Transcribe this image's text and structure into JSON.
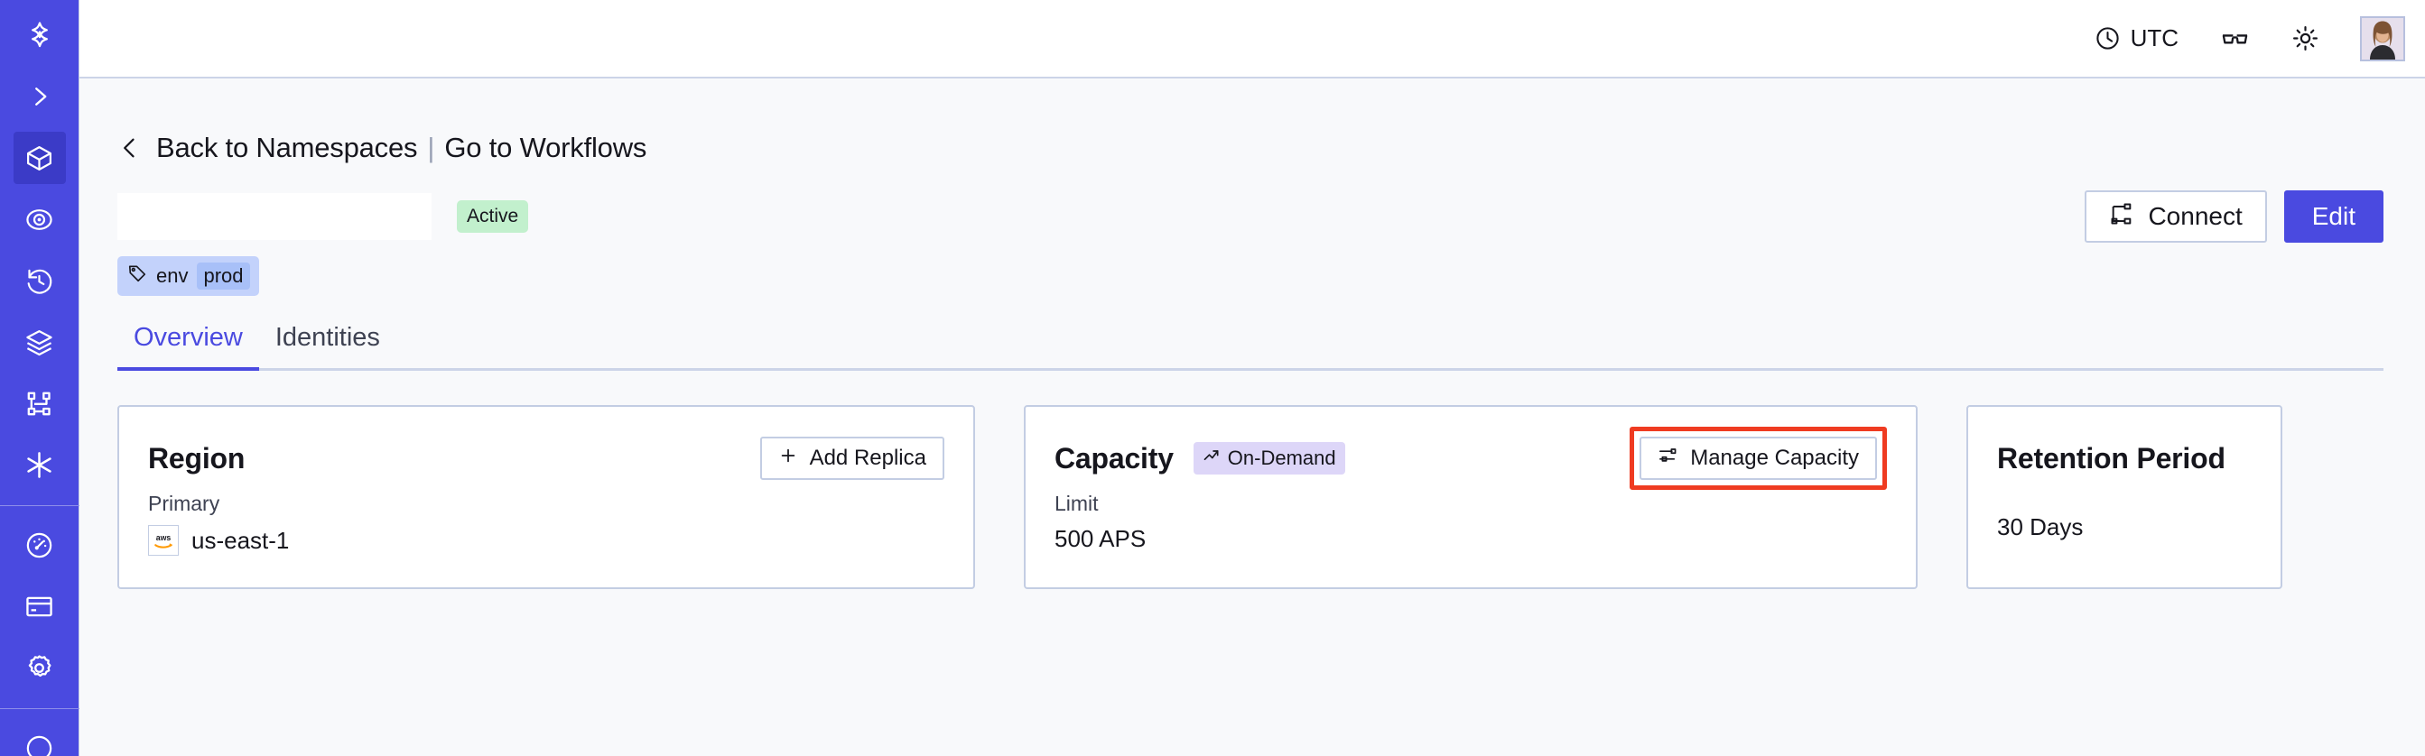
{
  "sidebar": {
    "items": [
      {
        "name": "logo-icon",
        "label": "Temporal"
      },
      {
        "name": "expand-icon",
        "label": "Expand menu"
      },
      {
        "name": "namespaces-icon",
        "label": "Namespaces",
        "active": true
      },
      {
        "name": "observability-icon",
        "label": "Observability"
      },
      {
        "name": "history-icon",
        "label": "History"
      },
      {
        "name": "layers-icon",
        "label": "Layers"
      },
      {
        "name": "workflows-icon",
        "label": "Workflows"
      },
      {
        "name": "asterisk-icon",
        "label": "Integrations"
      },
      {
        "name": "usage-icon",
        "label": "Usage"
      },
      {
        "name": "billing-icon",
        "label": "Billing"
      },
      {
        "name": "settings-icon",
        "label": "Settings"
      }
    ]
  },
  "topbar": {
    "timezone_label": "UTC",
    "timezone_icon": "clock-icon",
    "glasses_icon": "glasses-icon",
    "theme_icon": "sun-icon",
    "avatar_icon": "user-avatar"
  },
  "breadcrumb": {
    "back_chevron_icon": "chevron-left-icon",
    "back_label": "Back to Namespaces",
    "divider": "|",
    "workflows_label": "Go to Workflows"
  },
  "namespace": {
    "name": "",
    "status": "Active",
    "tag": {
      "icon": "tag-icon",
      "key": "env",
      "value": "prod"
    }
  },
  "header_actions": {
    "connect_icon": "connect-icon",
    "connect_label": "Connect",
    "edit_label": "Edit"
  },
  "tabs": [
    {
      "label": "Overview",
      "active": true
    },
    {
      "label": "Identities",
      "active": false
    }
  ],
  "cards": {
    "region": {
      "title": "Region",
      "action_icon": "plus-icon",
      "action_label": "Add Replica",
      "label": "Primary",
      "provider_icon": "aws-icon",
      "value": "us-east-1"
    },
    "capacity": {
      "title": "Capacity",
      "chip_icon": "trending-up-icon",
      "chip_label": "On-Demand",
      "action_icon": "sliders-icon",
      "action_label": "Manage Capacity",
      "highlighted": true,
      "label": "Limit",
      "value": "500 APS"
    },
    "retention": {
      "title": "Retention Period",
      "value": "30 Days"
    }
  },
  "colors": {
    "brand": "#4a4ae0",
    "sidebar_active": "#3b3bc7",
    "page_bg": "#f8f9fb",
    "border": "#c3cde3",
    "status_active_bg": "#c2f0cd",
    "tag_bg": "#c3d2fb",
    "tag_value_bg": "#a8c0f8",
    "chip_ondemand_bg": "#ddd6f8",
    "highlight": "#ef3b21"
  }
}
